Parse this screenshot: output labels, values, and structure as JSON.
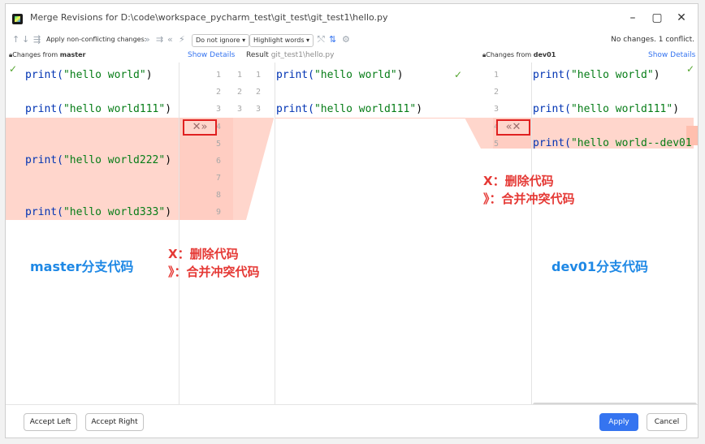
{
  "window": {
    "title": "Merge Revisions for D:\\code\\workspace_pycharm_test\\git_test\\git_test1\\hello.py"
  },
  "toolbar": {
    "apply_label": "Apply non-conflicting changes:",
    "ignore_select": "Do not ignore ▾",
    "highlight_select": "Highlight words ▾",
    "status": "No changes. 1 conflict."
  },
  "panes": {
    "left": {
      "header_prefix": "Changes from ",
      "header_branch": "master",
      "show_details": "Show Details"
    },
    "result": {
      "label": "Result",
      "path": "git_test1\\hello.py"
    },
    "right": {
      "header_prefix": "Changes from ",
      "header_branch": "dev01",
      "show_details": "Show Details"
    }
  },
  "code": {
    "fn": "print(",
    "close": ")",
    "left": [
      "\"hello world\"",
      "\"hello world111\"",
      "\"hello world222\"",
      "\"hello world333\""
    ],
    "result": [
      "\"hello world\"",
      "\"hello world111\""
    ],
    "right": [
      "\"hello world\"",
      "\"hello world111\"",
      "\"hello world--dev01"
    ]
  },
  "gutter": {
    "left_nums": [
      "1",
      "2",
      "3",
      "4",
      "5",
      "6",
      "7",
      "8",
      "9"
    ],
    "result_nums": [
      "1",
      "2",
      "3"
    ],
    "right_nums": [
      "1",
      "2",
      "3",
      "4",
      "5"
    ]
  },
  "annotations": {
    "master_label": "master分支代码",
    "dev_label": "dev01分支代码",
    "delete_note": "X：删除代码",
    "merge_note": "》：合并冲突代码"
  },
  "buttons": {
    "accept_left": "Accept Left",
    "accept_right": "Accept Right",
    "apply": "Apply",
    "cancel": "Cancel"
  },
  "colors": {
    "conflict": "#ffd6cc",
    "accent": "#3574f0",
    "annotation_red": "#e53935",
    "annotation_blue": "#1e88e5"
  }
}
